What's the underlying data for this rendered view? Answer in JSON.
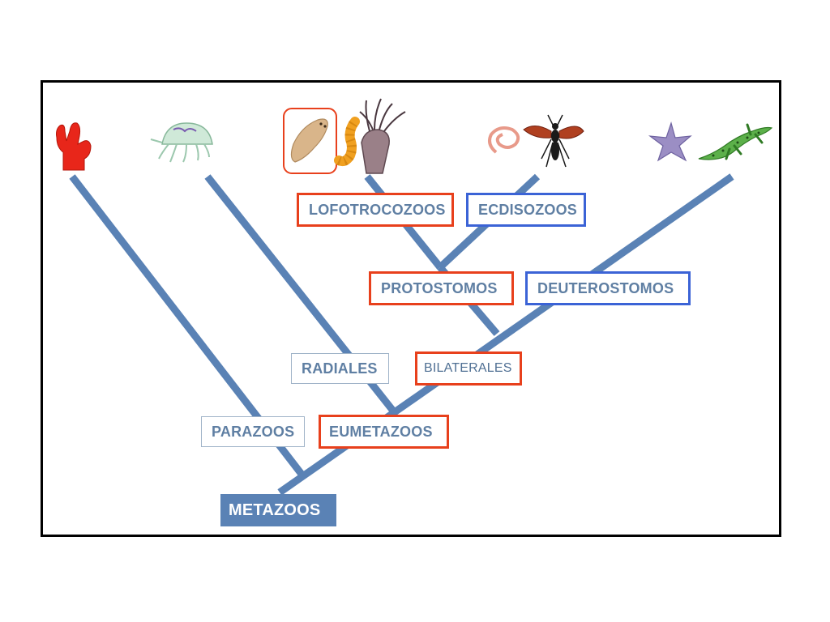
{
  "tree": {
    "colors": {
      "branch": "#5a82b5",
      "red_box": "#e8401c",
      "blue_box": "#3b63d6",
      "text": "#5f7fa3"
    },
    "labels": {
      "root": "METAZOOS",
      "parazoos": "PARAZOOS",
      "eumetazoos": "EUMETAZOOS",
      "radiales": "RADIALES",
      "bilaterales": "BILATERALES",
      "protostomos": "PROTOSTOMOS",
      "deuterostomos": "DEUTEROSTOMOS",
      "lofotrocozoos": "LOFOTROCOZOOS",
      "ecdisozoos": "ECDISOZOOS"
    },
    "organisms": [
      "sponge-icon",
      "jellyfish-icon",
      "flatworm-icon",
      "annelid-worm-icon",
      "squid-icon",
      "nematode-icon",
      "insect-icon",
      "starfish-icon",
      "lizard-icon"
    ]
  }
}
